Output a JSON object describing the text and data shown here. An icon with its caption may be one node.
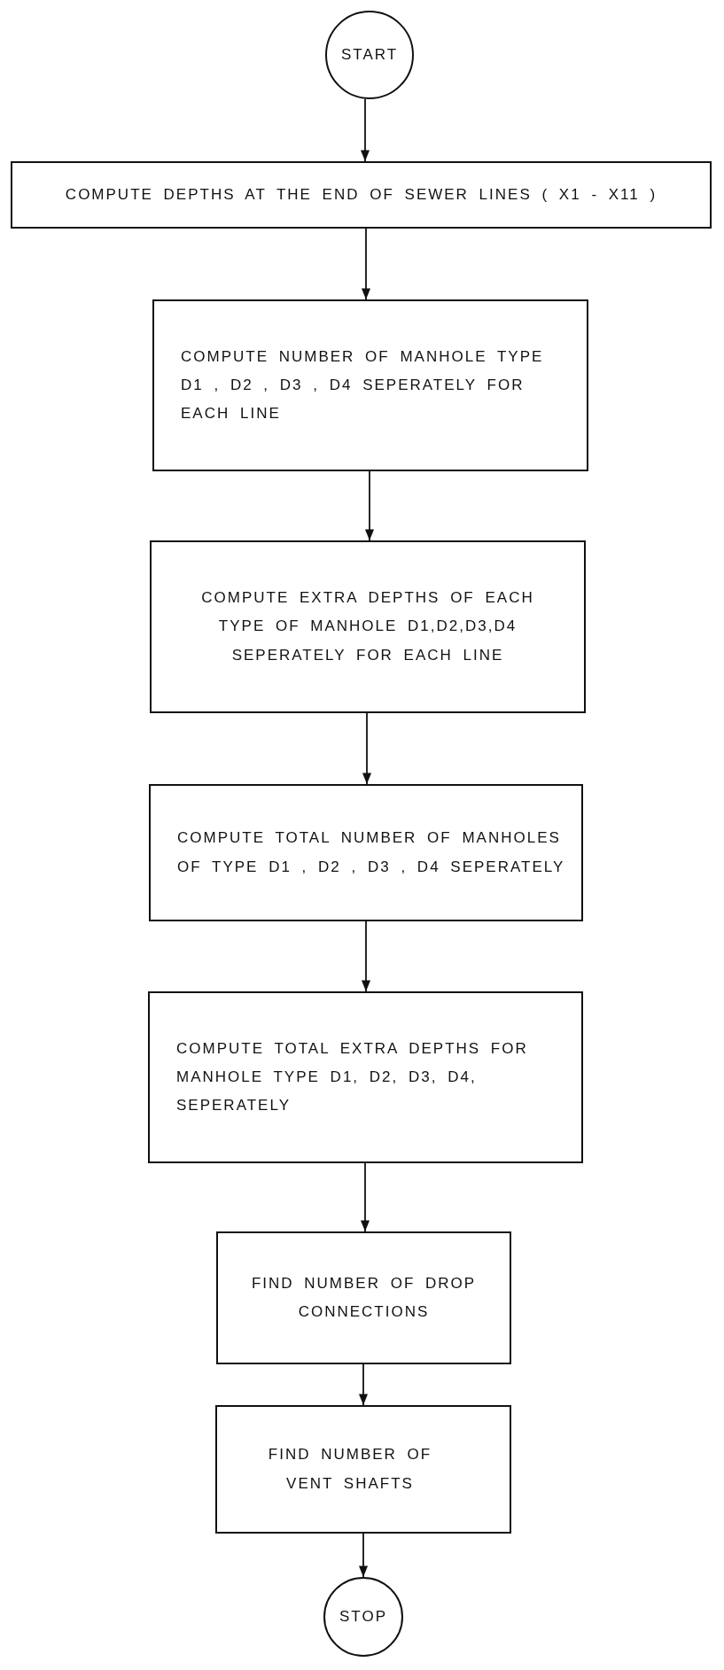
{
  "diagram": {
    "nodes": [
      {
        "text": [
          "START"
        ]
      },
      {
        "text": [
          "COMPUTE DEPTHS AT THE END OF SEWER LINES ( X1 - X11 )"
        ]
      },
      {
        "text": [
          "COMPUTE NUMBER OF MANHOLE TYPE D1 , D2 , D3 , D4 SEPERATELY FOR EACH LINE"
        ]
      },
      {
        "text": [
          "COMPUTE EXTRA DEPTHS OF EACH TYPE OF MANHOLE D1,D2,D3,D4 SEPERATELY FOR EACH LINE"
        ]
      },
      {
        "text": [
          "COMPUTE TOTAL NUMBER OF MANHOLES OF TYPE D1 , D2 , D3 , D4 SEPERATELY"
        ]
      },
      {
        "text": [
          "COMPUTE TOTAL EXTRA DEPTHS FOR MANHOLE TYPE D1, D2, D3, D4, SEPERATELY"
        ]
      },
      {
        "text": [
          "FIND NUMBER OF DROP CONNECTIONS"
        ]
      },
      {
        "text": [
          "FIND NUMBER OF VENT SHAFTS"
        ]
      },
      {
        "text": [
          "STOP"
        ]
      }
    ],
    "edges": [
      {
        "from": 0,
        "to": 1,
        "arrow": "to"
      },
      {
        "from": 1,
        "to": 2,
        "arrow": "to"
      },
      {
        "from": 2,
        "to": 3,
        "arrow": "to"
      },
      {
        "from": 3,
        "to": 4,
        "arrow": "to"
      },
      {
        "from": 4,
        "to": 5,
        "arrow": "to"
      },
      {
        "from": 5,
        "to": 6,
        "arrow": "to"
      },
      {
        "from": 6,
        "to": 7,
        "arrow": "to"
      },
      {
        "from": 7,
        "to": 8,
        "arrow": "to"
      }
    ]
  }
}
